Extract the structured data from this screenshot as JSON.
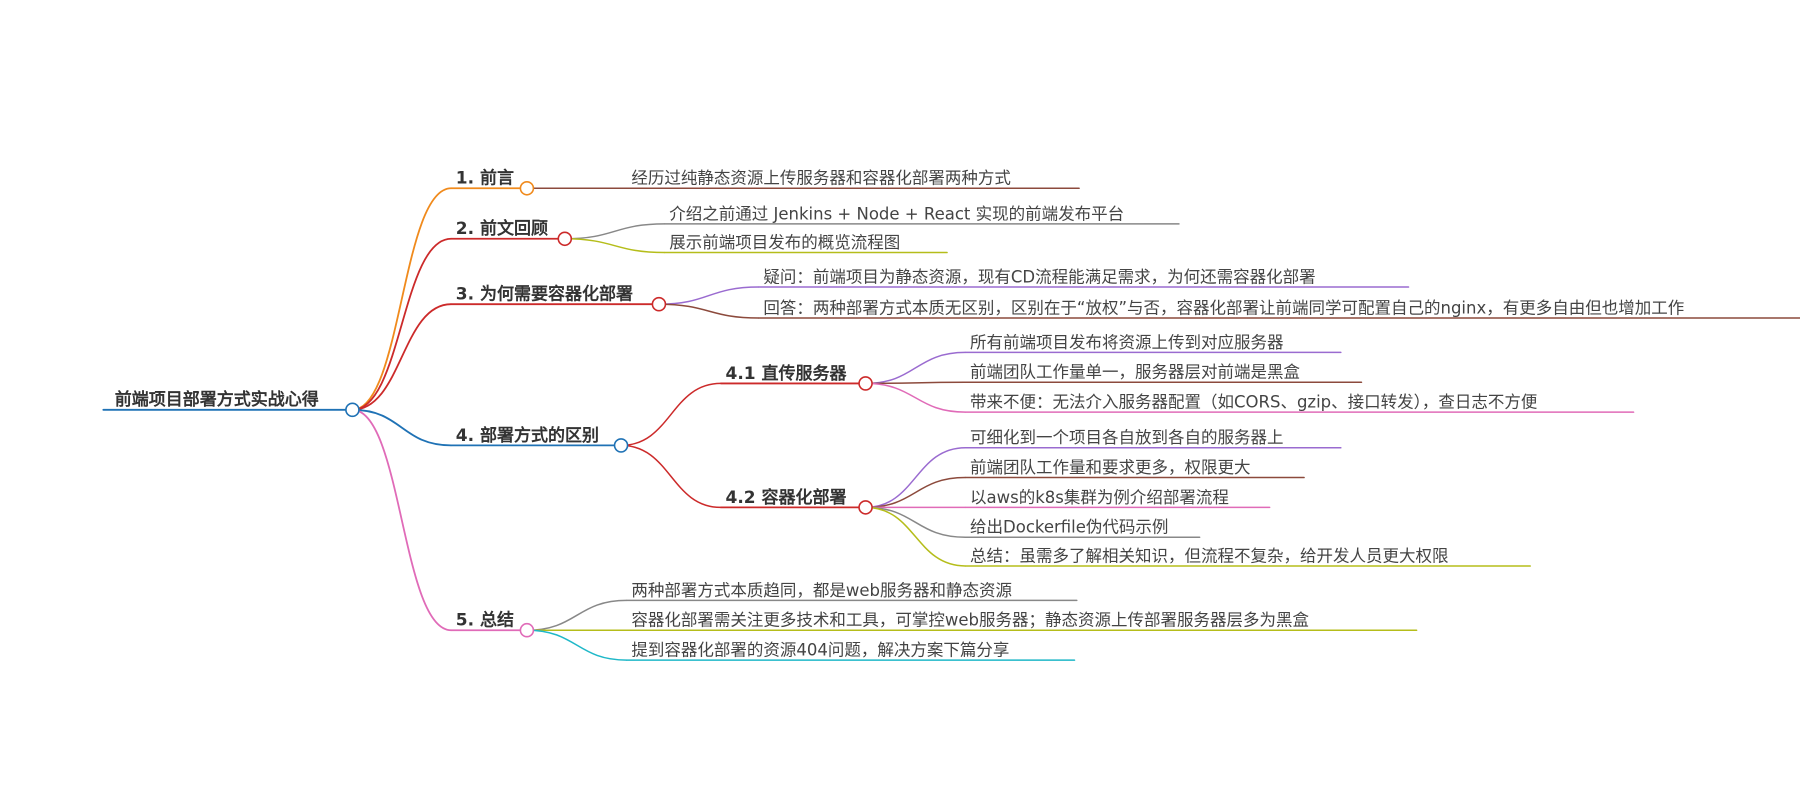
{
  "root": {
    "label": "前端项目部署方式实战心得",
    "color": "#1f72b5"
  },
  "branches": [
    {
      "label": "1. 前言",
      "color": "#f08a1c",
      "children": [
        {
          "label": "经历过纯静态资源上传服务器和容器化部署两种方式",
          "color": "#8c4a3c"
        }
      ]
    },
    {
      "label": "2. 前文回顾",
      "color": "#cc2a2a",
      "children": [
        {
          "label": "介绍之前通过 Jenkins + Node + React 实现的前端发布平台",
          "color": "#888888"
        },
        {
          "label": "展示前端项目发布的概览流程图",
          "color": "#b5bd1a"
        }
      ]
    },
    {
      "label": "3. 为何需要容器化部署",
      "color": "#cc2a2a",
      "children": [
        {
          "label": "疑问：前端项目为静态资源，现有CD流程能满足需求，为何还需容器化部署",
          "color": "#9a6bd0"
        },
        {
          "label": "回答：两种部署方式本质无区别，区别在于“放权”与否，容器化部署让前端同学可配置自己的nginx，有更多自由但也增加工作",
          "color": "#8c4a3c"
        }
      ]
    },
    {
      "label": "4. 部署方式的区别",
      "color": "#1f72b5",
      "children": [
        {
          "label": "4.1 直传服务器",
          "color": "#cc2a2a",
          "children": [
            {
              "label": "所有前端项目发布将资源上传到对应服务器",
              "color": "#9a6bd0"
            },
            {
              "label": "前端团队工作量单一，服务器层对前端是黑盒",
              "color": "#8c4a3c"
            },
            {
              "label": "带来不便：无法介入服务器配置（如CORS、gzip、接口转发），查日志不方便",
              "color": "#e06bb8"
            }
          ]
        },
        {
          "label": "4.2 容器化部署",
          "color": "#cc2a2a",
          "children": [
            {
              "label": "可细化到一个项目各自放到各自的服务器上",
              "color": "#9a6bd0"
            },
            {
              "label": "前端团队工作量和要求更多，权限更大",
              "color": "#8c4a3c"
            },
            {
              "label": "以aws的k8s集群为例介绍部署流程",
              "color": "#e06bb8"
            },
            {
              "label": "给出Dockerfile伪代码示例",
              "color": "#888888"
            },
            {
              "label": "总结：虽需多了解相关知识，但流程不复杂，给开发人员更大权限",
              "color": "#b5bd1a"
            }
          ]
        }
      ]
    },
    {
      "label": "5. 总结",
      "color": "#e06bb8",
      "children": [
        {
          "label": "两种部署方式本质趋同，都是web服务器和静态资源",
          "color": "#888888"
        },
        {
          "label": "容器化部署需关注更多技术和工具，可掌控web服务器；静态资源上传部署服务器层多为黑盒",
          "color": "#b5bd1a"
        },
        {
          "label": "提到容器化部署的资源404问题，解决方案下篇分享",
          "color": "#1fb8c8"
        }
      ]
    }
  ]
}
